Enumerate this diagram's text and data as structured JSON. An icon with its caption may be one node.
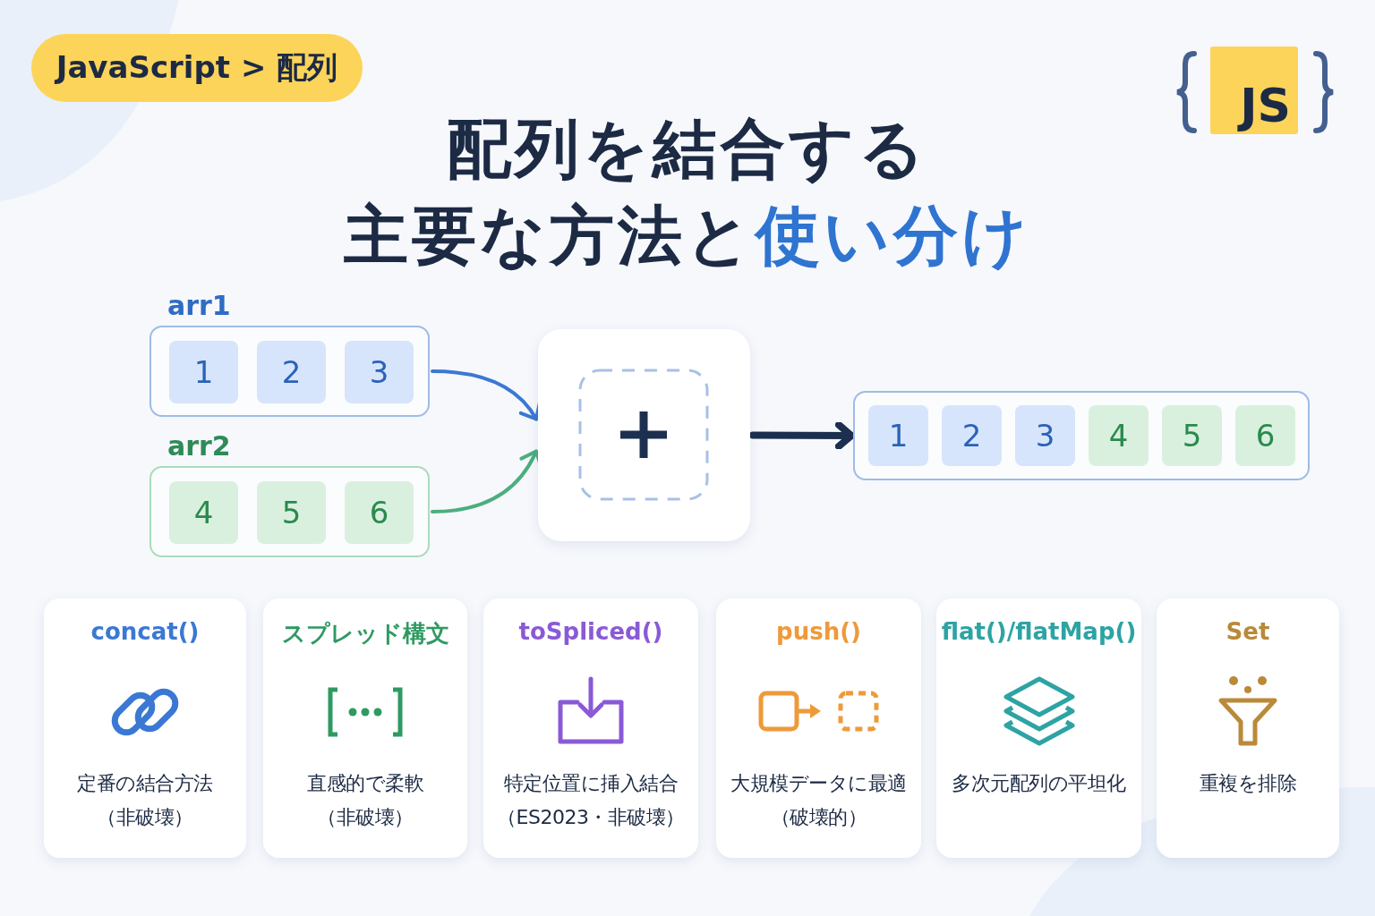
{
  "diagram": {
    "title": "配列を結合する主要な方法と**使い分け**",
    "nodes": [
      {
        "text": [
          "JavaScript > 配列"
        ]
      },
      {
        "text": [
          "JS"
        ]
      },
      {
        "text": [
          "arr1"
        ]
      },
      {
        "text": [
          "1"
        ],
        "in": 2
      },
      {
        "text": [
          "2"
        ],
        "in": 2
      },
      {
        "text": [
          "3"
        ],
        "in": 2
      },
      {
        "text": [
          "arr2"
        ]
      },
      {
        "text": [
          "4"
        ],
        "in": 6
      },
      {
        "text": [
          "5"
        ],
        "in": 6
      },
      {
        "text": [
          "6"
        ],
        "in": 6
      },
      {
        "text": [],
        "shape": "box"
      },
      {
        "text": [],
        "shape": "box"
      },
      {
        "text": [
          "1"
        ],
        "in": 11
      },
      {
        "text": [
          "2"
        ],
        "in": 11
      },
      {
        "text": [
          "3"
        ],
        "in": 11
      },
      {
        "text": [
          "4"
        ],
        "in": 11
      },
      {
        "text": [
          "5"
        ],
        "in": 11
      },
      {
        "text": [
          "6"
        ],
        "in": 11
      },
      {
        "text": [
          "concat()",
          "定番の結合方法（非破壊）"
        ]
      },
      {
        "text": [
          "スプレッド構文",
          "直感的で柔軟（非破壊）"
        ]
      },
      {
        "text": [
          "toSpliced()",
          "特定位置に挿入結合（ES2023・非破壊）"
        ]
      },
      {
        "text": [
          "push()",
          "大規模データに最適（破壊的）"
        ]
      },
      {
        "text": [
          "flat()/flatMap()",
          "多次元配列の平坦化"
        ]
      },
      {
        "text": [
          "Set",
          "重複を排除"
        ]
      }
    ],
    "edges": [
      {
        "from": 2,
        "to": 10,
        "arrow": "to",
        "color": "#3a78d4"
      },
      {
        "from": 6,
        "to": 10,
        "arrow": "to",
        "color": "#4cae7e"
      },
      {
        "from": 10,
        "to": 11,
        "arrow": "to",
        "style": "thick",
        "color": "#1c2f4f"
      }
    ]
  }
}
